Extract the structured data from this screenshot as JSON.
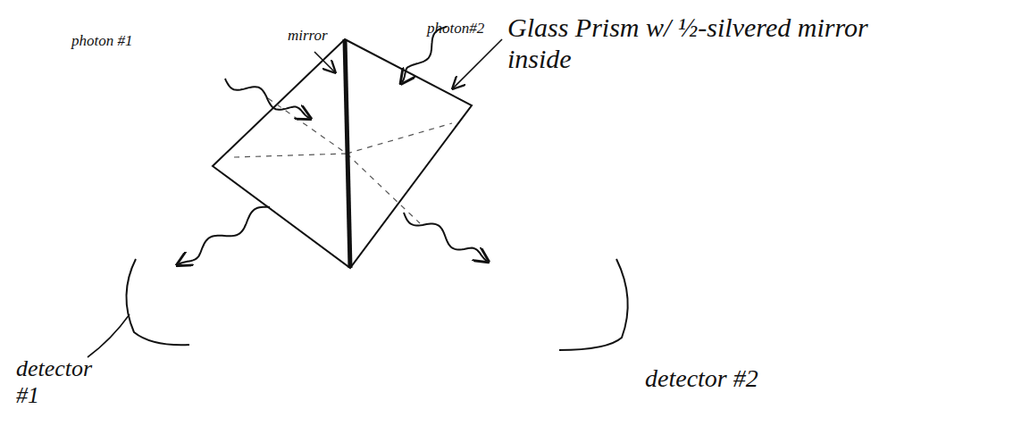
{
  "diagram": {
    "labels": [
      "photon #1",
      "mirror",
      "photon#2",
      "Glass Prism w/ ½-silvered mirror inside",
      "detector #1",
      "detector #2"
    ]
  }
}
